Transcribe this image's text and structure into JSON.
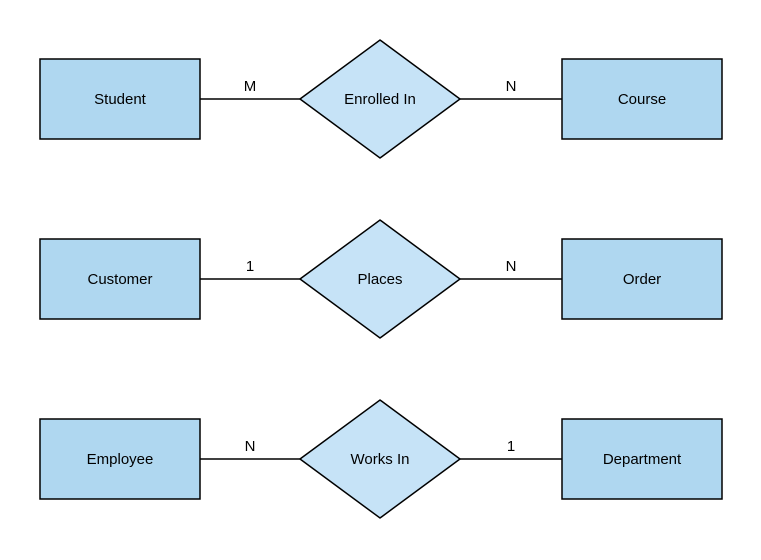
{
  "diagram": {
    "type": "entity-relationship-diagram",
    "colors": {
      "entity_fill": "#AFD7F0",
      "relationship_fill": "#C6E3F7",
      "stroke": "#000000",
      "text": "#000000",
      "background": "#FFFFFF"
    },
    "relationships": [
      {
        "left_entity": "Student",
        "left_cardinality": "M",
        "relationship": "Enrolled In",
        "right_cardinality": "N",
        "right_entity": "Course"
      },
      {
        "left_entity": "Customer",
        "left_cardinality": "1",
        "relationship": "Places",
        "right_cardinality": "N",
        "right_entity": "Order"
      },
      {
        "left_entity": "Employee",
        "left_cardinality": "N",
        "relationship": "Works In",
        "right_cardinality": "1",
        "right_entity": "Department"
      }
    ]
  }
}
